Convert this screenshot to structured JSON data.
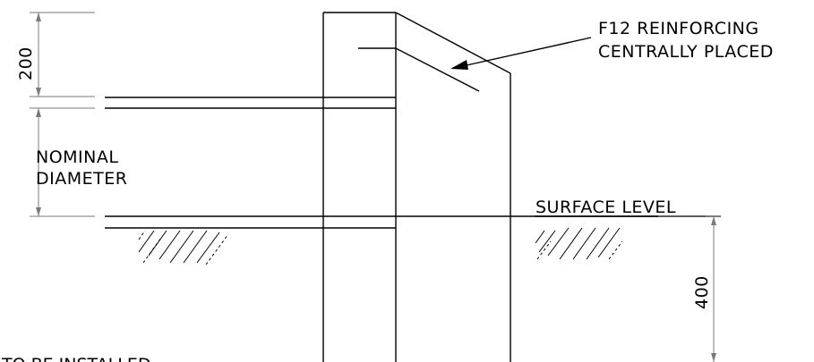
{
  "labels": {
    "reinforcing_line1": "F12  REINFORCING",
    "reinforcing_line2": "CENTRALLY  PLACED",
    "nominal_line1": "NOMINAL",
    "nominal_line2": "DIAMETER",
    "surface_level": "SURFACE  LEVEL",
    "dim_top": "200",
    "dim_bottom": "400",
    "cut_text": "TO BE INSTALLED"
  }
}
